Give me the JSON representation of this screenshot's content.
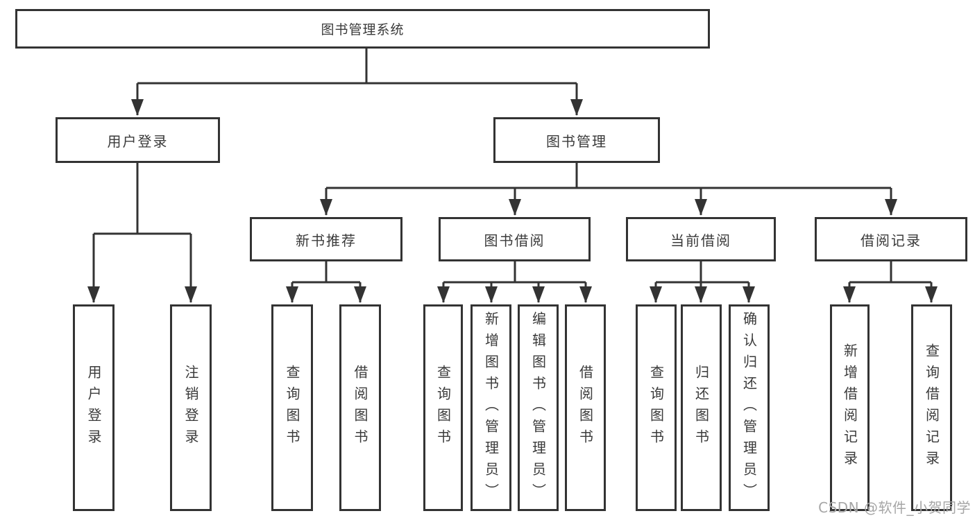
{
  "diagram": {
    "type": "hierarchy-tree",
    "root": {
      "label": "图书管理系统",
      "children": [
        {
          "label": "用户登录",
          "children": [
            {
              "label": "用户登录"
            },
            {
              "label": "注销登录"
            }
          ]
        },
        {
          "label": "图书管理",
          "children": [
            {
              "label": "新书推荐",
              "children": [
                {
                  "label": "查询图书"
                },
                {
                  "label": "借阅图书"
                }
              ]
            },
            {
              "label": "图书借阅",
              "children": [
                {
                  "label": "查询图书"
                },
                {
                  "label": "新增图书（管理员）"
                },
                {
                  "label": "编辑图书（管理员）"
                },
                {
                  "label": "借阅图书"
                }
              ]
            },
            {
              "label": "当前借阅",
              "children": [
                {
                  "label": "查询图书"
                },
                {
                  "label": "归还图书"
                },
                {
                  "label": "确认归还（管理员）"
                }
              ]
            },
            {
              "label": "借阅记录",
              "children": [
                {
                  "label": "新增借阅记录"
                },
                {
                  "label": "查询借阅记录"
                }
              ]
            }
          ]
        }
      ]
    },
    "colors": {
      "box_border": "#333333",
      "connector_line": "#333333",
      "text": "#3a3a3a",
      "background": "#ffffff",
      "watermark_text": "#a6a6a6"
    }
  },
  "watermark": {
    "text": "CSDN @软件_小贺同学"
  }
}
